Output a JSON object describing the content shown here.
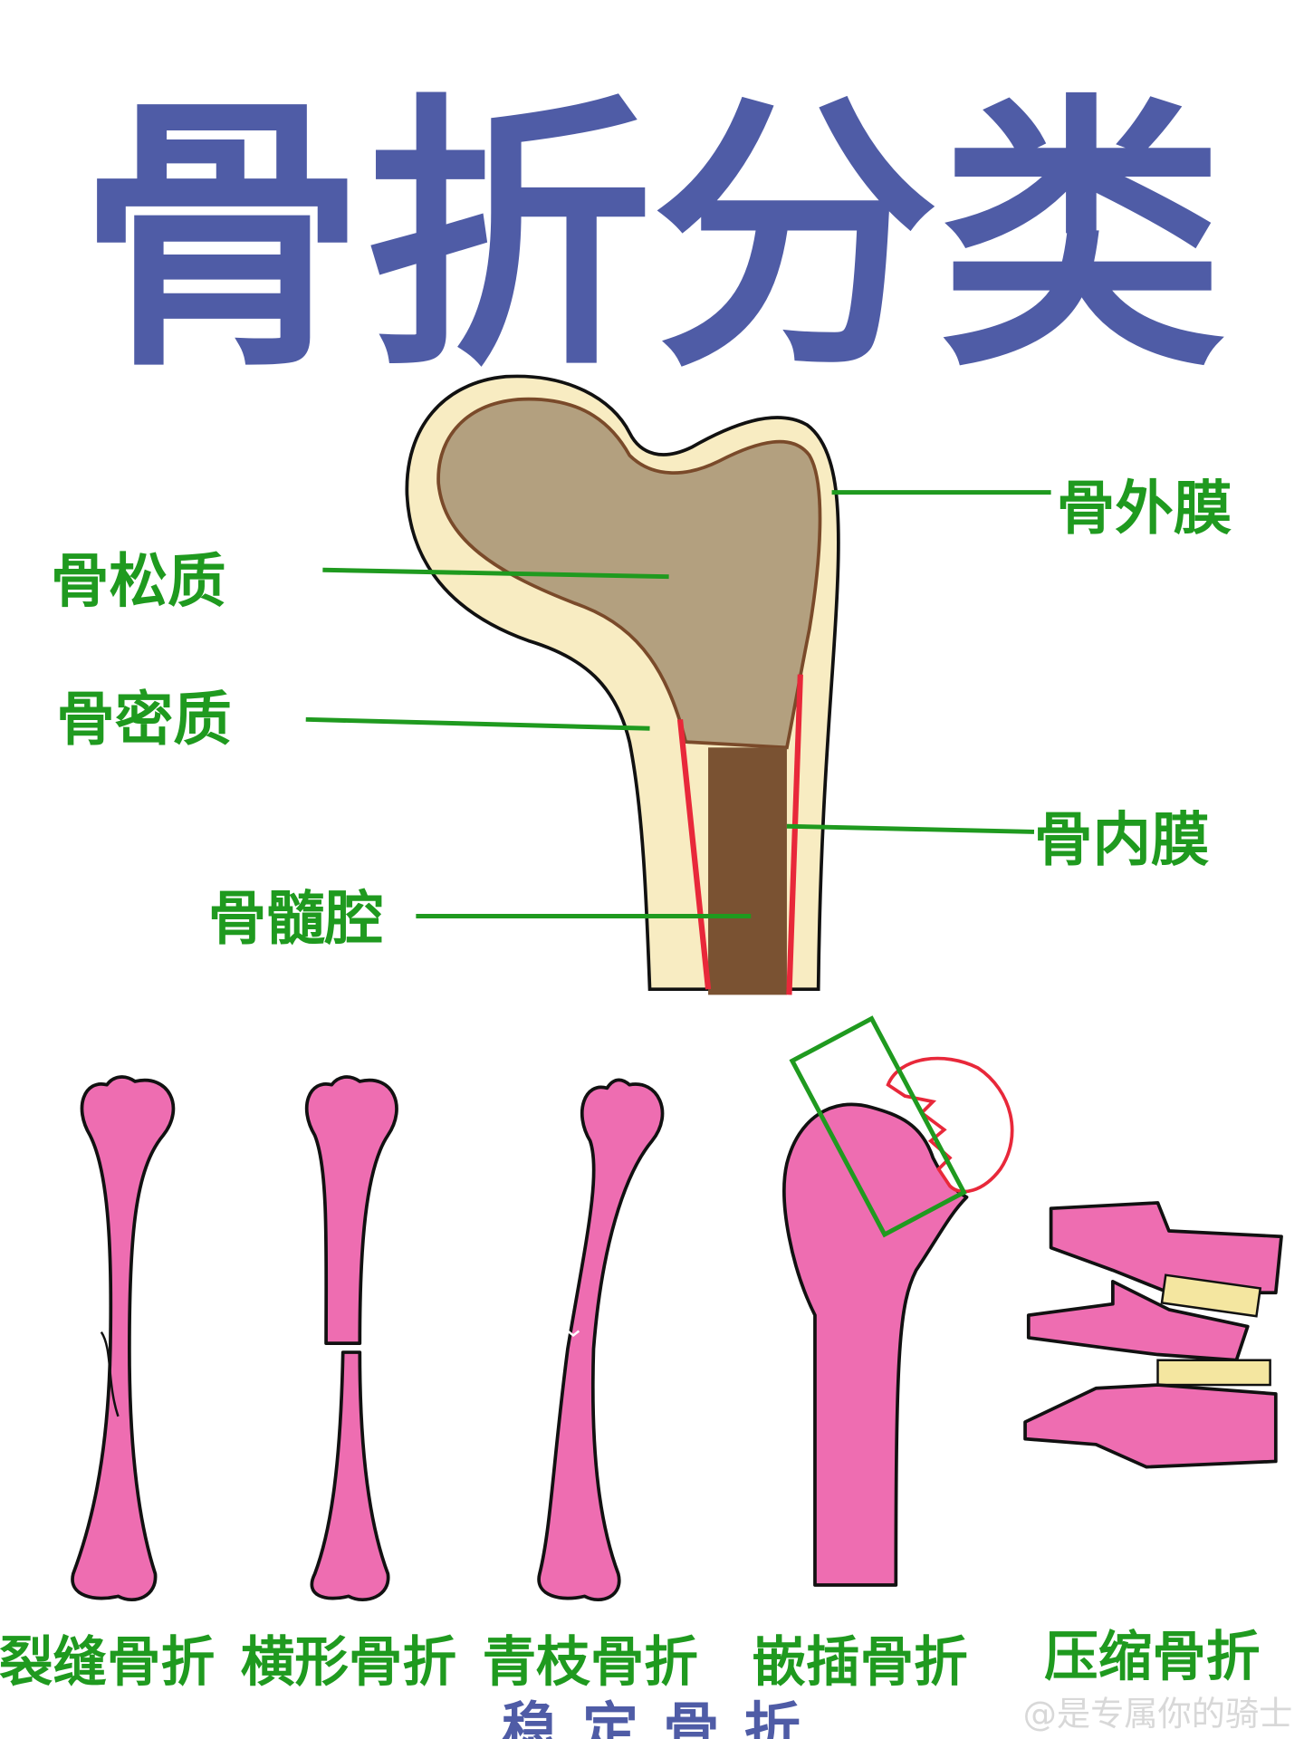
{
  "title": "骨折分类",
  "anatomy_labels": {
    "periosteum": "骨外膜",
    "cancellous_bone": "骨松质",
    "compact_bone": "骨密质",
    "endosteum": "骨内膜",
    "medullary_cavity": "骨髓腔"
  },
  "fracture_types": [
    {
      "label": "裂缝骨折"
    },
    {
      "label": "横形骨折"
    },
    {
      "label": "青枝骨折"
    },
    {
      "label": "嵌插骨折"
    },
    {
      "label": "压缩骨折"
    }
  ],
  "group_label": "稳定骨折",
  "watermark": "@是专属你的骑士",
  "colors": {
    "title": "#4f5ca6",
    "label": "#1f9a1f",
    "bone": "#ee6db1",
    "endosteum": "#e8283a"
  }
}
